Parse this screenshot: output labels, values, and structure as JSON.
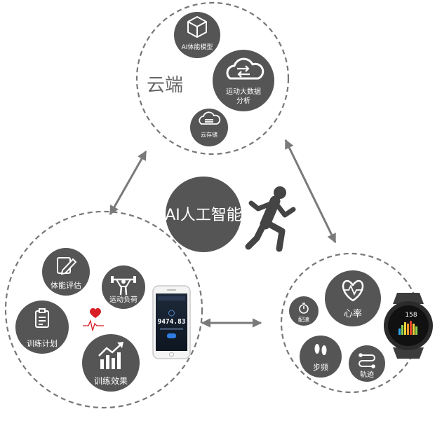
{
  "colors": {
    "node": "#555555",
    "arrow": "#7a7a7a",
    "dashed_border": "#777777",
    "label_text": "#ffffff",
    "cloud_title_text": "#666666",
    "heart": "#d81f26"
  },
  "center": {
    "label": "AI人工智能",
    "figure": "running-man-icon"
  },
  "cloud": {
    "title": "云端",
    "nodes": [
      {
        "label": "AI体能模型",
        "icon": "cube-icon"
      },
      {
        "label_line1": "运动大数据",
        "label_line2": "分析",
        "icon": "cloud-sync-icon"
      },
      {
        "label": "云存储",
        "icon": "cloud-storage-icon"
      }
    ]
  },
  "app": {
    "nodes": [
      {
        "label": "体能评估",
        "icon": "edit-icon"
      },
      {
        "label": "运动负荷",
        "icon": "weightlifter-icon"
      },
      {
        "label": "训练计划",
        "icon": "clipboard-icon"
      },
      {
        "label": "训练效果",
        "icon": "growth-chart-icon"
      }
    ],
    "phone_value": "9474.83"
  },
  "watch": {
    "nodes": [
      {
        "label": "配速",
        "icon": "stopwatch-icon"
      },
      {
        "label": "心率",
        "icon": "heart-pulse-icon"
      },
      {
        "label": "步频",
        "icon": "footprints-icon"
      },
      {
        "label": "轨迹",
        "icon": "route-icon"
      }
    ],
    "watch_value": "158"
  }
}
